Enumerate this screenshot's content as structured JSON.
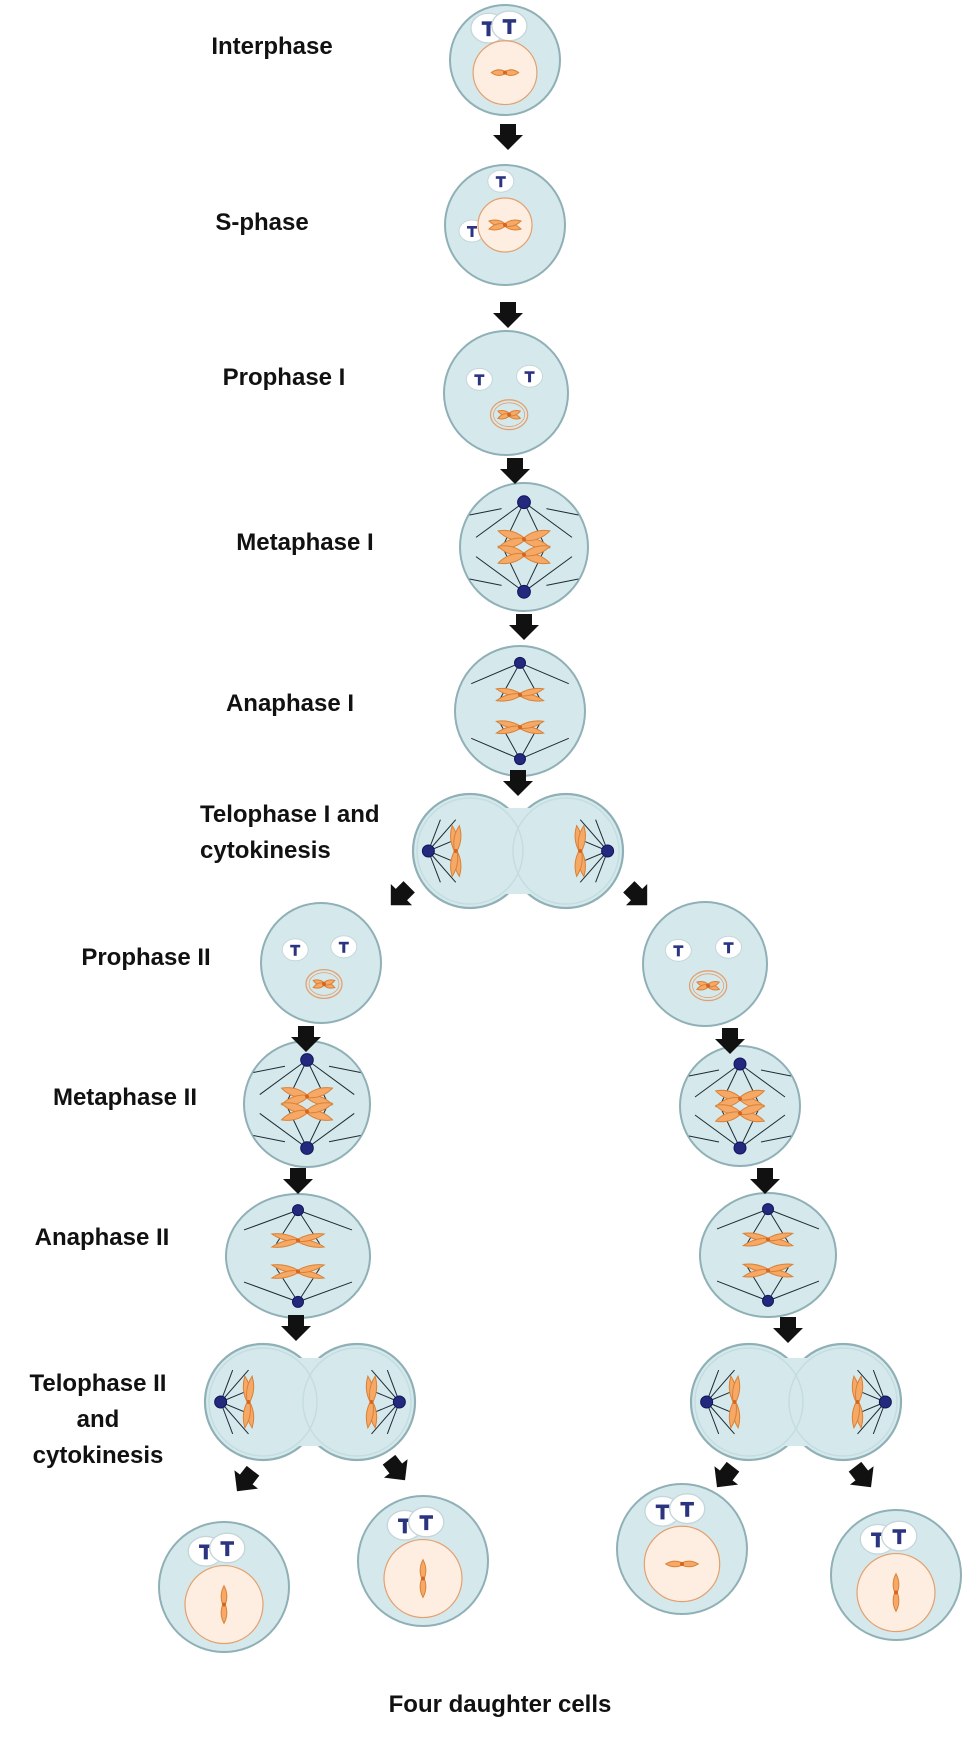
{
  "colors": {
    "cytoplasm": "#d5e9ec",
    "cell_outline": "#8fb0b6",
    "nucleus": "#fdeee1",
    "nucleus_outline": "#e3a06f",
    "chromosome": "#f6a866",
    "chromosome_outline": "#d98236",
    "centromere": "#d9641f",
    "centrosome": "#232a7e",
    "centriole": "#2b3480",
    "spindle": "#1d2a33",
    "arrow": "#111111",
    "label": "#111111"
  },
  "icons": {
    "arrow": "down-arrow-icon",
    "centriole": "centriole-icon",
    "chromosome": "chromosome-icon"
  },
  "labels": {
    "interphase": "Interphase",
    "s_phase": "S-phase",
    "prophase_1": "Prophase I",
    "metaphase_1": "Metaphase I",
    "anaphase_1": "Anaphase I",
    "telophase_1": [
      "Telophase I and",
      "cytokinesis"
    ],
    "prophase_2": "Prophase II",
    "metaphase_2": "Metaphase II",
    "anaphase_2": "Anaphase II",
    "telophase_2": [
      "Telophase II",
      "and",
      "cytokinesis"
    ],
    "four_daughter_cells": "Four daughter cells"
  }
}
